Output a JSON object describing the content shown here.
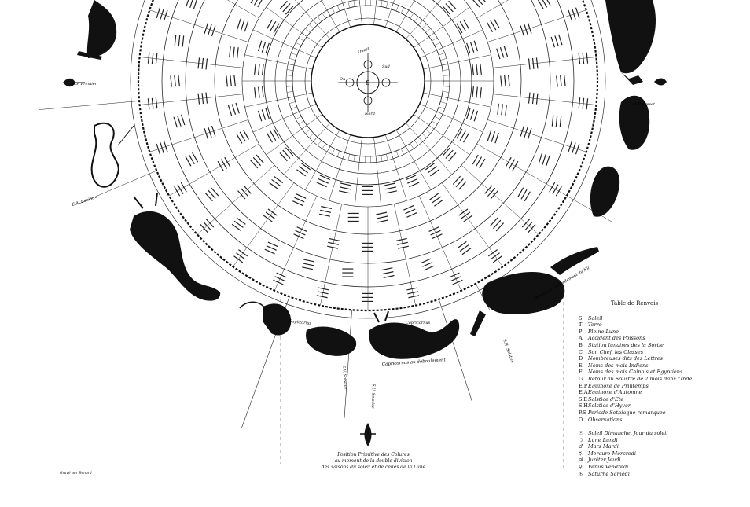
{
  "center": {
    "top": "Quest",
    "left": "Ou",
    "right": "Sud",
    "bottom": "Nord",
    "sun_symbol": "S",
    "earth_symbol": "T"
  },
  "zodiac_labels": {
    "sagittarius": "Sagittarius",
    "capricorn": "Capricornus",
    "capricorn_below": "Capricornus au deboulement",
    "aquarius": "Verseau du debordement du Nil"
  },
  "radial_labels": {
    "ep_left": "E.P. Premier",
    "ep_right": "E.P. Preset",
    "ea_equinox": "E.A. Equinox",
    "sv_line": "S.V. Solstice",
    "su_line": "S.U. Solstice",
    "sh_line": "S.H. Solstice"
  },
  "legend": {
    "title": "Table de Renvois",
    "items": [
      {
        "sym": "S",
        "text": "Soleil"
      },
      {
        "sym": "T",
        "text": "Terre"
      },
      {
        "sym": "P",
        "text": "Pleine Lune"
      },
      {
        "sym": "A",
        "text": "Accident des Poissons"
      },
      {
        "sym": "B",
        "text": "Station lunaires des la Sortie"
      },
      {
        "sym": "C",
        "text": "Son Chef. les Classes"
      },
      {
        "sym": "D",
        "text": "Nombreuses dits des Lettres"
      },
      {
        "sym": "E",
        "text": "Noms des mois Indiens"
      },
      {
        "sym": "F",
        "text": "Noms des mois Chinois et Egyptiens"
      },
      {
        "sym": "G",
        "text": "Retour au Soustre de 2 mois dans l'Inde"
      },
      {
        "sym": "E.P",
        "text": "Equinoxe de Printemps"
      },
      {
        "sym": "E.A",
        "text": "Equinoxe d'Automne"
      },
      {
        "sym": "S.E",
        "text": "Solstice d'Ete"
      },
      {
        "sym": "S.H",
        "text": "Solstice d'Hyver"
      },
      {
        "sym": "P.S",
        "text": "Periode Sothiaque remarquee"
      },
      {
        "sym": "O",
        "text": "Observations"
      }
    ],
    "planets": [
      {
        "sym": "☉",
        "text": "Soleil  Dimanche, Jour du soleil"
      },
      {
        "sym": "☽",
        "text": "Lune  Lundi"
      },
      {
        "sym": "♂",
        "text": "Mars  Mardi"
      },
      {
        "sym": "☿",
        "text": "Mercure  Mercredi"
      },
      {
        "sym": "♃",
        "text": "Jupiter  Jeudi"
      },
      {
        "sym": "♀",
        "text": "Venus  Vendredi"
      },
      {
        "sym": "♄",
        "text": "Saturne  Samedi"
      }
    ]
  },
  "caption": {
    "line1": "Position Primitive des Colures",
    "line2": "au moment de la double division",
    "line3": "des saisons du soleil et de celles de la Lune"
  },
  "footnote": "Gravé par Bénard",
  "colors": {
    "ink": "#111111",
    "paper": "#ffffff"
  }
}
